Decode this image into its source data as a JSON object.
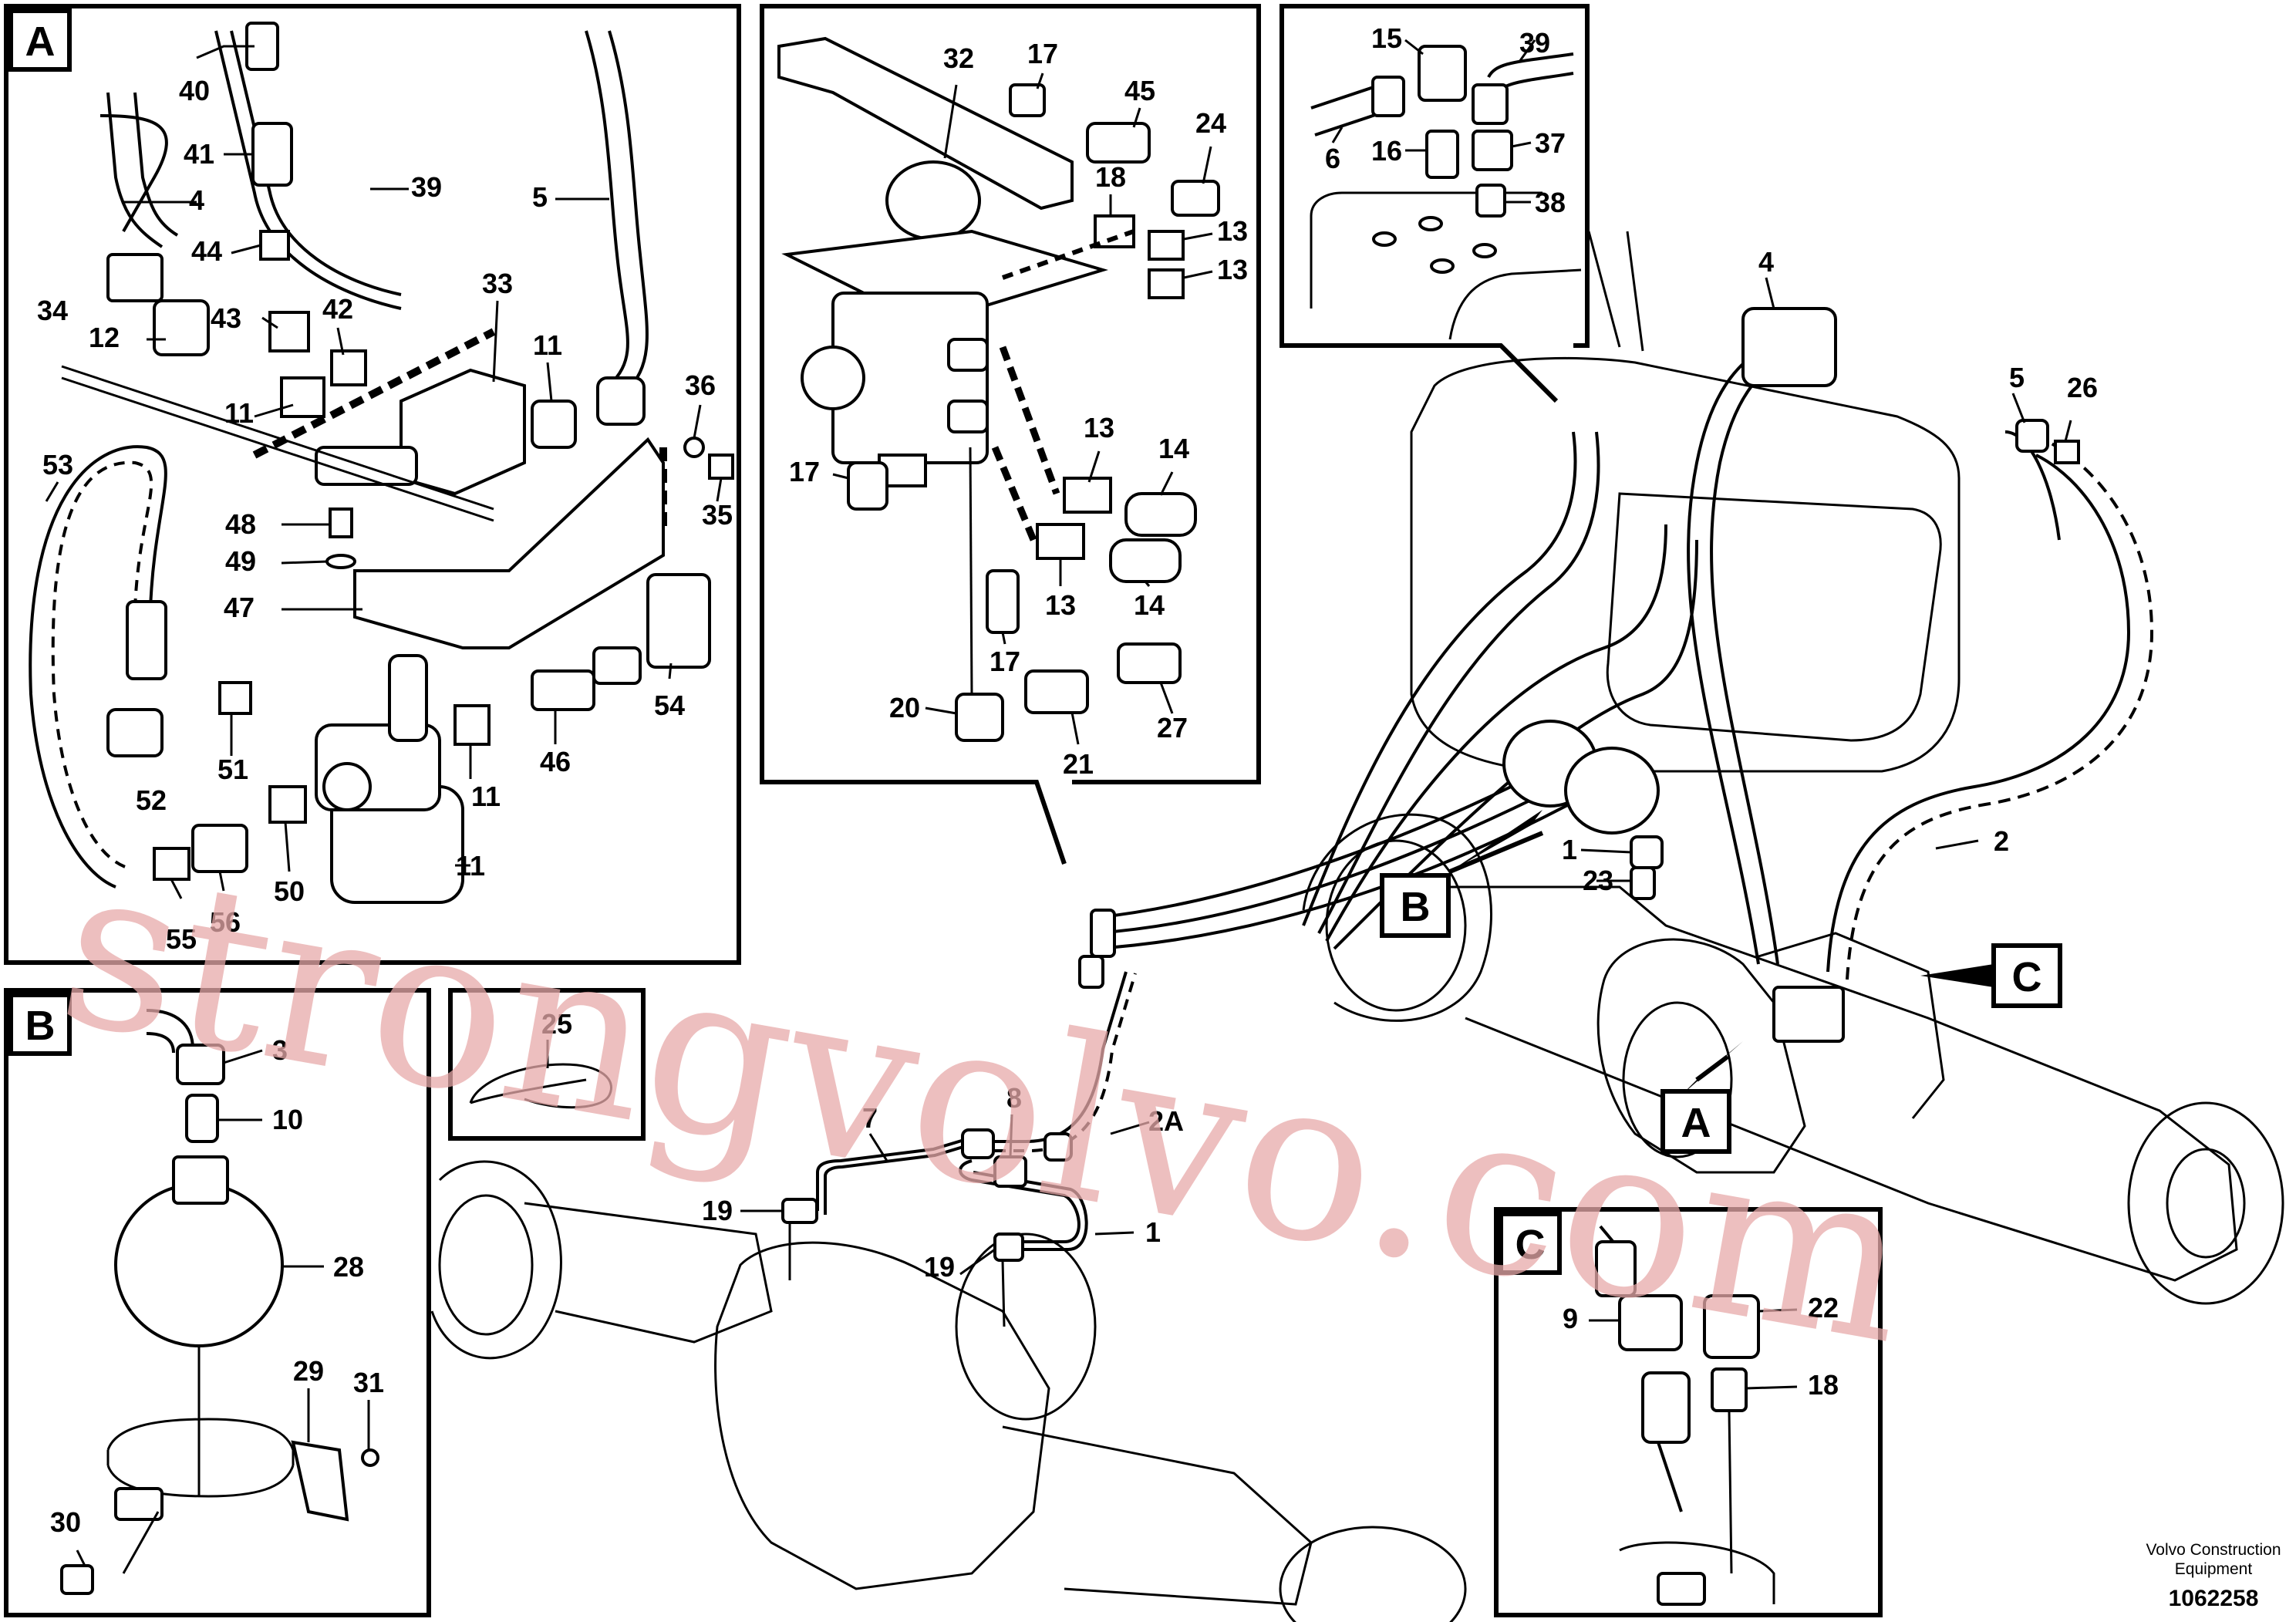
{
  "detail_boxes": {
    "a": "A",
    "b": "B",
    "c": "C"
  },
  "callouts": {
    "a": "A",
    "b": "B",
    "c": "C"
  },
  "labels": {
    "A": [
      "40",
      "41",
      "4",
      "39",
      "5",
      "44",
      "33",
      "34",
      "12",
      "43",
      "42",
      "11",
      "11",
      "36",
      "35",
      "53",
      "48",
      "49",
      "47",
      "54",
      "51",
      "52",
      "46",
      "11",
      "11",
      "50",
      "56",
      "55"
    ],
    "pedal": [
      "32",
      "17",
      "45",
      "24",
      "18",
      "13",
      "13",
      "17",
      "13",
      "14",
      "13",
      "14",
      "17",
      "20",
      "21",
      "27"
    ],
    "top": [
      "15",
      "39",
      "6",
      "16",
      "37",
      "38"
    ],
    "B": [
      "3",
      "10",
      "28",
      "29",
      "31",
      "30"
    ],
    "tie": [
      "25"
    ],
    "main": [
      "4",
      "5",
      "26",
      "1",
      "23",
      "2",
      "7",
      "8",
      "2A",
      "19",
      "1",
      "19"
    ],
    "C": [
      "9",
      "22",
      "18"
    ]
  },
  "watermark": "strongvolvo.com",
  "footer": {
    "line1": "Volvo Construction",
    "line2": "Equipment",
    "doc_number": "1062258"
  }
}
